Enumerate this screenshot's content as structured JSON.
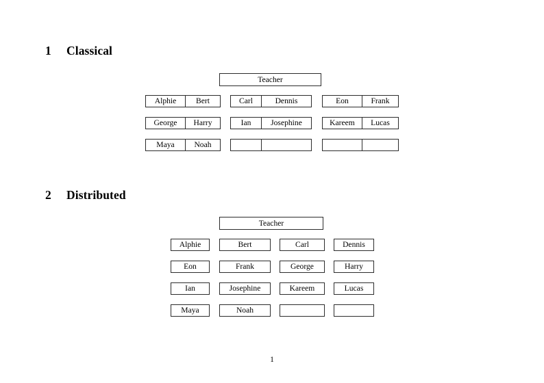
{
  "document": {
    "page_number": "1",
    "sections": [
      {
        "number": "1",
        "title": "Classical",
        "root": {
          "label": "Teacher"
        },
        "groups": [
          {
            "name": "group-left",
            "rows": [
              [
                "Alphie",
                "Bert"
              ],
              [
                "George",
                "Harry"
              ],
              [
                "Maya",
                "Noah"
              ]
            ]
          },
          {
            "name": "group-middle",
            "rows": [
              [
                "Carl",
                "Dennis"
              ],
              [
                "Ian",
                "Josephine"
              ],
              [
                "",
                ""
              ]
            ]
          },
          {
            "name": "group-right",
            "rows": [
              [
                "Eon",
                "Frank"
              ],
              [
                "Kareem",
                "Lucas"
              ],
              [
                "",
                ""
              ]
            ]
          }
        ]
      },
      {
        "number": "2",
        "title": "Distributed",
        "root": {
          "label": "Teacher"
        },
        "grid": {
          "rows": [
            [
              "Alphie",
              "Bert",
              "Carl",
              "Dennis"
            ],
            [
              "Eon",
              "Frank",
              "George",
              "Harry"
            ],
            [
              "Ian",
              "Josephine",
              "Kareem",
              "Lucas"
            ],
            [
              "Maya",
              "Noah",
              "",
              ""
            ]
          ]
        }
      }
    ]
  },
  "colors": {
    "page_background": "#ffffff",
    "text": "#000000",
    "box_border": "#2b2b2b"
  }
}
